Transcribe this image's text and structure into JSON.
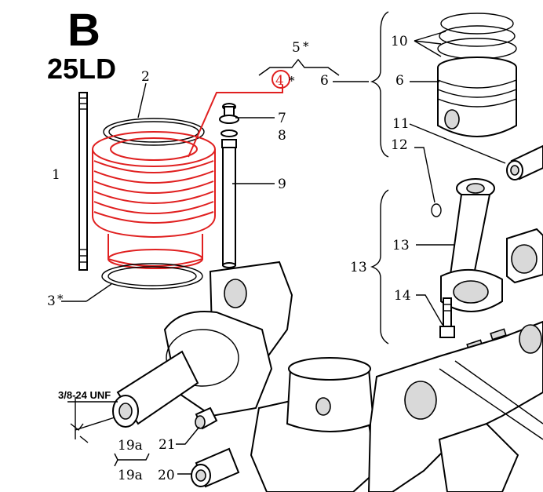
{
  "header": {
    "letter": "B",
    "model": "25LD"
  },
  "callouts": {
    "c1": "1",
    "c2": "2",
    "c3": "3",
    "c3_star": "*",
    "c4": "4",
    "c4_star": "*",
    "c5": "5",
    "c5_star": "*",
    "c6a": "6",
    "c6b": "6",
    "c7": "7",
    "c8": "8",
    "c9": "9",
    "c10": "10",
    "c11": "11",
    "c12": "12",
    "c13a": "13",
    "c13b": "13",
    "c14": "14",
    "c19a_top": "19a",
    "c19a_bottom": "19a",
    "c20": "20",
    "c21": "21"
  },
  "thread_spec": "3/8-24 UNF",
  "colors": {
    "highlight": "#e02020",
    "line": "#000000",
    "highlight_fill": "#ffd6d6"
  },
  "highlighted_part": "4"
}
